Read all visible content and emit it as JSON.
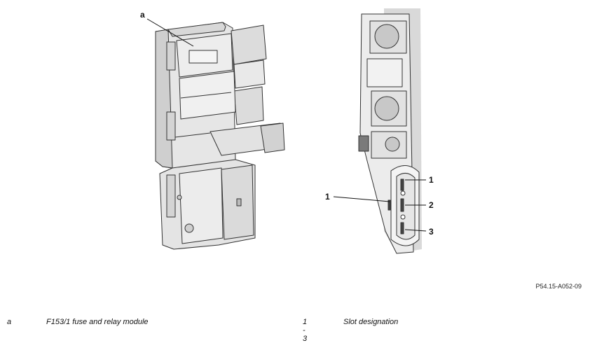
{
  "callouts": {
    "module": "a",
    "slot_left": "1",
    "slot_1": "1",
    "slot_2": "2",
    "slot_3": "3"
  },
  "figure_id": "P54.15-A052-09",
  "legend": [
    {
      "key": "a",
      "text": "F153/1 fuse and relay module"
    },
    {
      "key": "1 - 3",
      "text": "Slot designation"
    }
  ]
}
